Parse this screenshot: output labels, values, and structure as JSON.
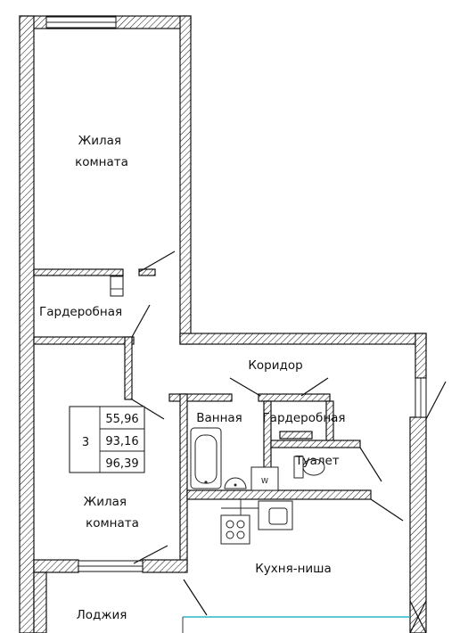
{
  "rooms": {
    "living_room_1": "Жилая\nкомната",
    "wardrobe_1": "Гардеробная",
    "living_room_2": "Жилая\nкомната",
    "corridor": "Коридор",
    "bathroom": "Ванная",
    "wardrobe_2": "Гардеробная",
    "toilet": "Туалет",
    "kitchen_niche": "Кухня-ниша",
    "loggia": "Лоджия"
  },
  "info_table": {
    "rooms_count": "3",
    "area_living": "55,96",
    "area_total": "93,16",
    "area_total_with_loggia": "96,39"
  },
  "fixtures": {
    "washer_label": "W"
  },
  "colors": {
    "wall_stroke": "#111111",
    "hatch": "#111111",
    "window_line": "#2bb7c9",
    "background": "#ffffff"
  }
}
